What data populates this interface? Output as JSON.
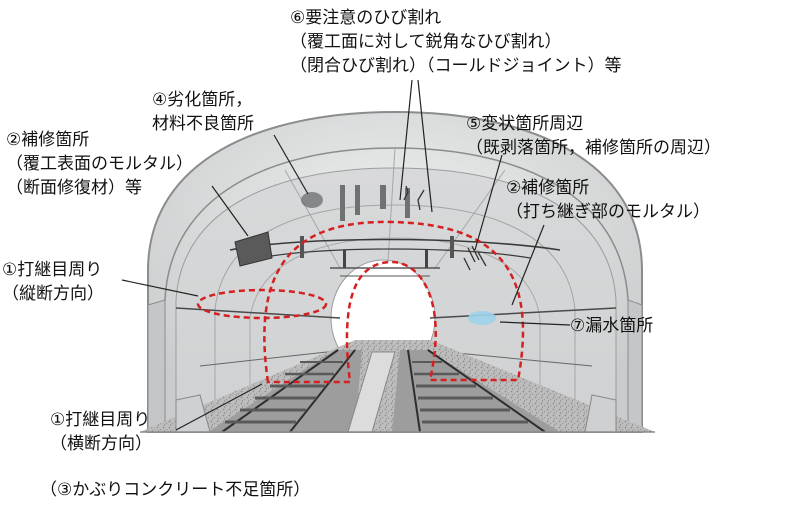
{
  "labels": {
    "item6": {
      "line1": "⑥要注意のひび割れ",
      "line2": "（覆工面に対して鋭角なひび割れ）",
      "line3": "（閉合ひび割れ）（コールドジョイント）等"
    },
    "item4": {
      "line1": "④劣化箇所，",
      "line2": "材料不良箇所"
    },
    "item2_left": {
      "line1": "②補修箇所",
      "line2": "（覆工表面のモルタル）",
      "line3": "（断面修復材）等"
    },
    "item5": {
      "line1": "⑤変状箇所周辺",
      "line2": "（既剥落箇所，補修箇所の周辺）"
    },
    "item2_right": {
      "line1": "②補修箇所",
      "line2": "（打ち継ぎ部のモルタル）"
    },
    "item1_long": {
      "line1": "①打継目周り",
      "line2": "（縦断方向）"
    },
    "item7": {
      "line1": "⑦漏水箇所"
    },
    "item1_trans": {
      "line1": "①打継目周り",
      "line2": "（横断方向）"
    },
    "item3": {
      "line1": "（③かぶりコンクリート不足箇所）"
    }
  },
  "colors": {
    "joint_marker": "#d42020",
    "lining": "#d3d5d6",
    "lining_inner": "#e9eaea",
    "leak": "#9fd2ea",
    "deteriorated": "#5a5a5a"
  }
}
